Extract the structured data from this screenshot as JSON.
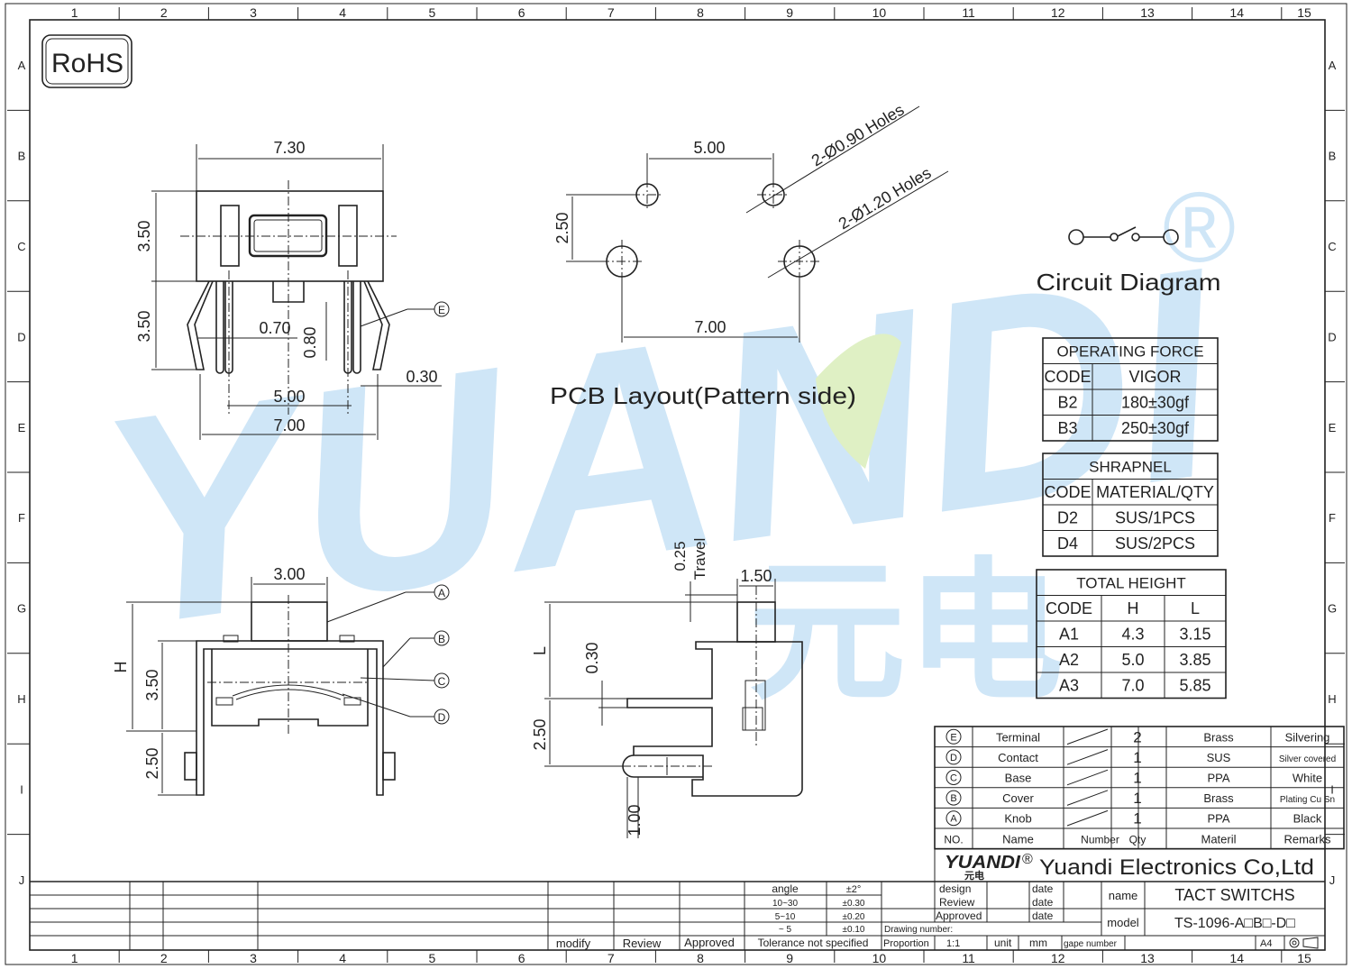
{
  "watermark": {
    "brand": "YUANDI",
    "cn": "元电",
    "mark": "®",
    "color": "#cfe6f7",
    "leaf_color": "#dff0c4"
  },
  "rohs": "RoHS",
  "grid": {
    "cols": [
      "1",
      "2",
      "3",
      "4",
      "5",
      "6",
      "7",
      "8",
      "9",
      "10",
      "11",
      "12",
      "13",
      "14",
      "15"
    ],
    "rows": [
      "A",
      "B",
      "C",
      "D",
      "E",
      "F",
      "G",
      "H",
      "I",
      "J"
    ]
  },
  "top_view": {
    "dims": {
      "width": "7.30",
      "h_upper": "3.50",
      "h_lower": "3.50",
      "pin_gap": "0.70",
      "pin_len": "0.80",
      "pin_thk": "0.30",
      "pitch_inner": "5.00",
      "pitch_outer": "7.00"
    },
    "callout": "E"
  },
  "pcb": {
    "title": "PCB Layout(Pattern side)",
    "dims": {
      "top": "5.00",
      "left": "2.50",
      "bottom": "7.00"
    },
    "holes_small": "2-Ø0.90 Holes",
    "holes_large": "2-Ø1.20 Holes"
  },
  "circuit": {
    "title": "Circuit Diagram"
  },
  "operating_force": {
    "title": "OPERATING FORCE",
    "headers": [
      "CODE",
      "VIGOR"
    ],
    "rows": [
      [
        "B2",
        "180±30gf"
      ],
      [
        "B3",
        "250±30gf"
      ]
    ]
  },
  "shrapnel": {
    "title": "SHRAPNEL",
    "headers": [
      "CODE",
      "MATERIAL/QTY"
    ],
    "rows": [
      [
        "D2",
        "SUS/1PCS"
      ],
      [
        "D4",
        "SUS/2PCS"
      ]
    ]
  },
  "total_height": {
    "title": "TOTAL HEIGHT",
    "headers": [
      "CODE",
      "H",
      "L"
    ],
    "rows": [
      [
        "A1",
        "4.3",
        "3.15"
      ],
      [
        "A2",
        "5.0",
        "3.85"
      ],
      [
        "A3",
        "7.0",
        "5.85"
      ]
    ]
  },
  "front_view": {
    "dims": {
      "knob_w": "3.00",
      "h": "H",
      "body_h": "3.50",
      "pin_h": "2.50"
    },
    "callouts": [
      "A",
      "B",
      "C",
      "D"
    ]
  },
  "side_view": {
    "dims": {
      "travel_val": "0.25",
      "travel_label": "Travel",
      "knob_w": "1.50",
      "l": "L",
      "t": "0.30",
      "pin_h": "2.50",
      "pin_d": "1.00"
    }
  },
  "parts": {
    "rows": [
      {
        "no": "E",
        "name": "Terminal",
        "qty": "2",
        "material": "Brass",
        "remarks": "Silvering"
      },
      {
        "no": "D",
        "name": "Contact",
        "qty": "1",
        "material": "SUS",
        "remarks": "Silver covered"
      },
      {
        "no": "C",
        "name": "Base",
        "qty": "1",
        "material": "PPA",
        "remarks": "White"
      },
      {
        "no": "B",
        "name": "Cover",
        "qty": "1",
        "material": "Brass",
        "remarks": "Plating Cu Sn"
      },
      {
        "no": "A",
        "name": "Knob",
        "qty": "1",
        "material": "PPA",
        "remarks": "Black"
      }
    ],
    "header": {
      "no": "NO.",
      "name": "Name",
      "number": "Number",
      "qty": "Qty",
      "material": "Materil",
      "remarks": "Remarks"
    }
  },
  "title_block": {
    "logo": "YUANDI",
    "logo_cn": "元电",
    "logo_mark": "®",
    "company": "Yuandi Electronics Co,Ltd",
    "design": "design",
    "review": "Review",
    "approved": "Approved",
    "date": "date",
    "name_label": "name",
    "name_value": "TACT SWITCHS",
    "model_label": "model",
    "model_value": "TS-1096-A□B□-D□",
    "drawing_number": "Drawing number:",
    "proportion": "Proportion",
    "scale": "1:1",
    "unit": "unit",
    "unit_value": "mm",
    "page_number": "gape number",
    "size": "A4"
  },
  "tolerance": {
    "headers": [
      "angle",
      "±2°"
    ],
    "rows": [
      [
        "10~30",
        "±0.30"
      ],
      [
        "5~10",
        "±0.20"
      ],
      [
        "~ 5",
        "±0.10"
      ]
    ],
    "footer": "Tolerance not specified"
  },
  "revision": {
    "modify": "modify",
    "review": "Review",
    "approved": "Approved"
  }
}
